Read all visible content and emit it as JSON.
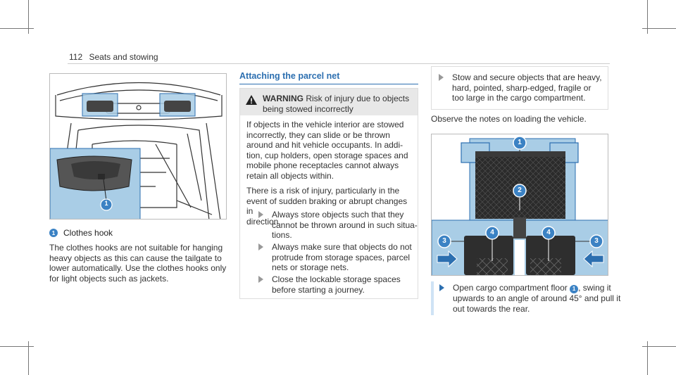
{
  "header": {
    "page_number": "112",
    "section": "Seats and stowing"
  },
  "figure1": {
    "callout": "1"
  },
  "caption": {
    "number": "1",
    "label": "Clothes hook"
  },
  "left_text": "The clothes hooks are not suitable for hanging\nheavy objects as this can cause the tailgate to\nlower automatically. Use the clothes hooks only\nfor light objects such as jackets.",
  "middle": {
    "title": "Attaching the parcel net",
    "warning": {
      "label": "WARNING",
      "title_rest": " Risk of injury due to objects\nbeing stowed incorrectly",
      "para1": "If objects in the vehicle interior are stowed\nincorrectly, they can slide or be thrown\naround and hit vehicle occupants. In addi-\ntion, cup holders, open storage spaces and\nmobile phone receptacles cannot always\nretain all objects within.",
      "para2": "There is a risk of injury, particularly in the\nevent of sudden braking or abrupt changes in\ndirection.",
      "bullets": [
        "Always store objects such that they\ncannot be thrown around in such situa-\ntions.",
        "Always make sure that objects do not\nprotrude from storage spaces, parcel\nnets or storage nets.",
        "Close the lockable storage spaces\nbefore starting a journey."
      ]
    }
  },
  "right": {
    "info": "Stow and secure objects that are heavy,\nhard, pointed, sharp-edged, fragile or\ntoo large in the cargo compartment.",
    "observe": "Observe the notes on loading the vehicle.",
    "figure_callouts": [
      "1",
      "2",
      "3",
      "4",
      "4",
      "3"
    ],
    "step_pre": "Open cargo compartment floor ",
    "step_num": "1",
    "step_post": ", swing it\nupwards to an angle of around 45° and pull it\nout towards the rear."
  },
  "colors": {
    "accent_blue": "#2c6fb0",
    "callout_blue": "#3b82c4",
    "panel_blue": "#a9cde6"
  }
}
